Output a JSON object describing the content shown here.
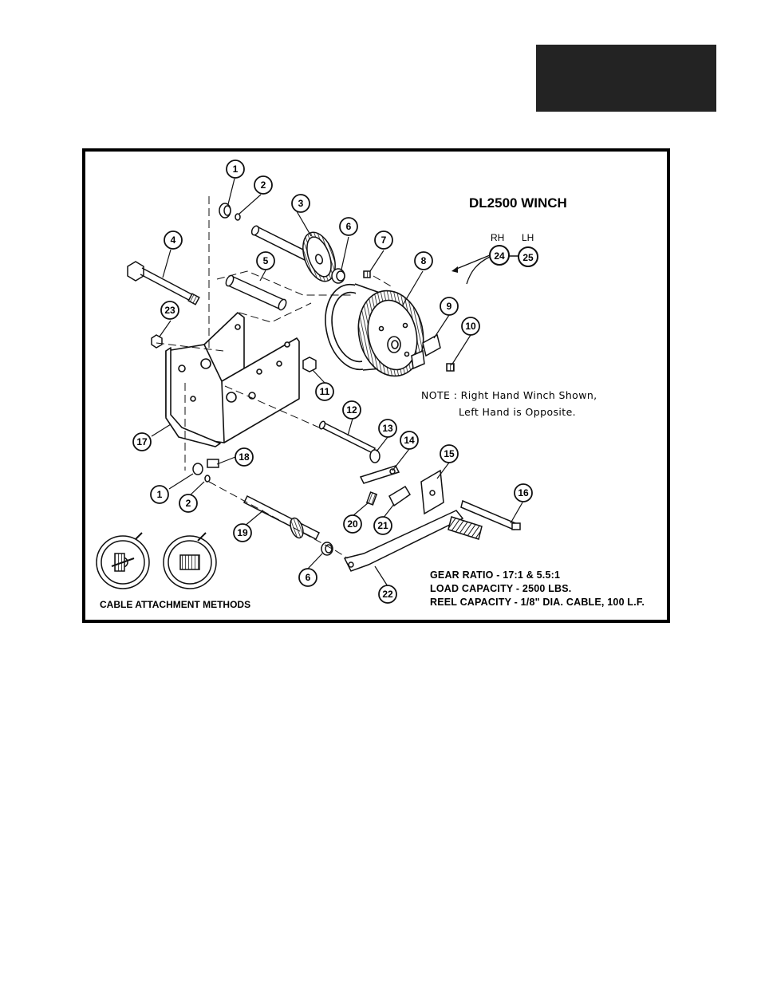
{
  "diagram": {
    "title": "DL2500 WINCH",
    "handedness": {
      "rh_label": "RH",
      "lh_label": "LH",
      "rh_part": "24",
      "lh_part": "25"
    },
    "note": {
      "line1": "NOTE : Right Hand Winch Shown,",
      "line2": "Left Hand is Opposite."
    },
    "specs": {
      "gear_ratio": "GEAR RATIO - 17:1 & 5.5:1",
      "load_capacity": "LOAD CAPACITY - 2500 LBS.",
      "reel_capacity": "REEL CAPACITY - 1/8\" DIA. CABLE, 100 L.F."
    },
    "cable_caption": "CABLE ATTACHMENT METHODS",
    "callouts": [
      "1",
      "2",
      "3",
      "4",
      "5",
      "6",
      "7",
      "8",
      "9",
      "10",
      "11",
      "12",
      "13",
      "14",
      "15",
      "16",
      "17",
      "18",
      "1",
      "2",
      "19",
      "20",
      "21",
      "6",
      "22",
      "23"
    ]
  },
  "colors": {
    "ink": "#111111",
    "tab": "#232323",
    "paper": "#ffffff"
  }
}
